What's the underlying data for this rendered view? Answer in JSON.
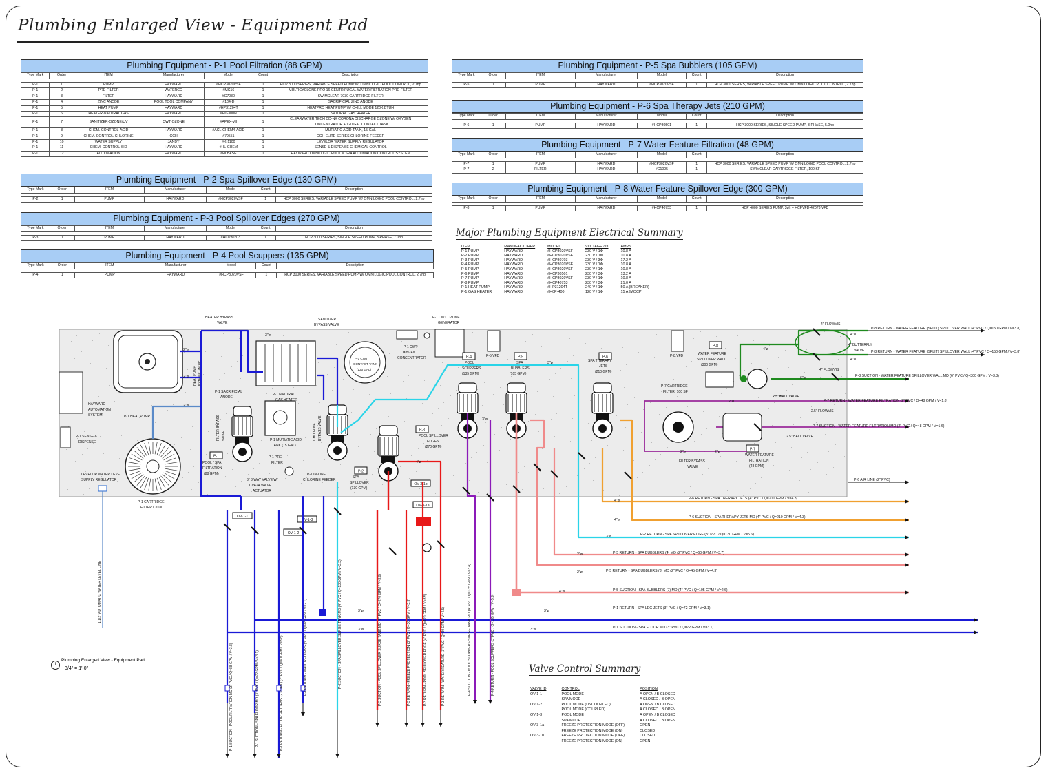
{
  "title": "Plumbing Enlarged View - Equipment Pad",
  "columns": [
    "Type Mark",
    "Order",
    "ITEM",
    "Manufacturer",
    "Model",
    "Count",
    "Description"
  ],
  "schedules": [
    {
      "title": "Plumbing Equipment - P-1 Pool Filtration (88 GPM)",
      "rows": [
        [
          "P-1",
          "1",
          "PUMP",
          "HAYWARD",
          "#HCP3020VSF",
          "1",
          "HCP 3000 SERIES, VARIABLE SPEED PUMP W/ OMNILOGIC POOL CONTROL, 2.7hp"
        ],
        [
          "P-1",
          "2",
          "PRE-FILTER",
          "WATERCO",
          "#MC16",
          "1",
          "MULTICYCLONE PRO 16 CENTRIFUGAL WATER FILTRATION PRE-FILTER"
        ],
        [
          "P-1",
          "3",
          "FILTER",
          "HAYWARD",
          "#C7030",
          "1",
          "SWIMCLEAR 7030 CARTRIDGE FILTER"
        ],
        [
          "P-1",
          "4",
          "ZINC ANODE",
          "POOL TOOL COMPANY",
          "#104-D",
          "1",
          "SACRIFICIAL ZINC ANODE"
        ],
        [
          "P-1",
          "5",
          "HEAT PUMP",
          "HAYWARD",
          "#HP31204T",
          "1",
          "HEATPRO HEAT PUMP W/ CHILL MODE 120K BTUH"
        ],
        [
          "P-1",
          "6",
          "HEATER-NATURAL GAS",
          "HAYWARD",
          "#H0-300N",
          "1",
          "NATURAL GAS HEATER"
        ],
        [
          "P-1",
          "7",
          "SANITIZER-OZONE/UV",
          "CWT OZONE",
          "#APEX-VII",
          "1",
          "CLEARWATER TECH CD-NX CORONA DISCHARGE OZONE W/ OXYGEN CONCENTRATOR + 120 GAL CONTACT TANK"
        ],
        [
          "P-1",
          "8",
          "CHEM. CONTROL-ACID",
          "HAYWARD",
          "#ACL-CHEM4-ACID",
          "1",
          "MURIATIC ACID TANK, 15-GAL"
        ],
        [
          "P-1",
          "9",
          "CHEM. CONTROL-CHLORINE",
          "CCH",
          "#79551",
          "1",
          "CCH ELITE SERIES CHLORINE FEEDER"
        ],
        [
          "P-1",
          "10",
          "WATER SUPPLY",
          "JANDY",
          "#K-1100",
          "1",
          "LEVELOR WATER SUPPLY REGULATOR"
        ],
        [
          "P-1",
          "11",
          "CHEM. CONTROL-SID",
          "HAYWARD",
          "#HL-CHEM",
          "1",
          "SENSE & DISPENSE CHEMICAL CONTROL"
        ],
        [
          "P-1",
          "12",
          "AUTOMATION",
          "HAYWARD",
          "#HLBASE",
          "1",
          "HAYWARD OMNILOGIC POOL & SPA AUTOMATION CONTROL SYSTEM"
        ]
      ]
    },
    {
      "title": "Plumbing Equipment - P-2 Spa Spillover Edge (130 GPM)",
      "rows": [
        [
          "P-2",
          "1",
          "PUMP",
          "HAYWARD",
          "#HCP3020VSF",
          "1",
          "HCP 3000 SERIES, VARIABLE SPEED PUMP W/ OMNILOGIC POOL CONTROL, 2.7hp"
        ]
      ]
    },
    {
      "title": "Plumbing Equipment - P-3 Pool Spillover Edges (270 GPM)",
      "rows": [
        [
          "P-3",
          "1",
          "PUMP",
          "HAYWARD",
          "#HCP30703",
          "1",
          "HCP 3000 SERIES, SINGLE SPEED PUMP, 3-PHASE, 7.0hp"
        ]
      ]
    },
    {
      "title": "Plumbing Equipment - P-4 Pool Scuppers (135 GPM)",
      "rows": [
        [
          "P-4",
          "1",
          "PUMP",
          "HAYWARD",
          "#HCP3020VSF",
          "1",
          "HCP 3000 SERIES, VARIABLE SPEED PUMP W/ OMNILOGIC POOL CONTROL, 2.7hp"
        ]
      ]
    },
    {
      "title": "Plumbing Equipment - P-5 Spa Bubblers (105 GPM)",
      "rows": [
        [
          "P-5",
          "1",
          "PUMP",
          "HAYWARD",
          "#HCP3020VSF",
          "1",
          "HCP 3000 SERIES, VARIABLE SPEED PUMP W/ OMNILOGIC POOL CONTROL, 2.7hp"
        ]
      ]
    },
    {
      "title": "Plumbing Equipment - P-6 Spa Therapy Jets (210 GPM)",
      "rows": [
        [
          "P-6",
          "1",
          "PUMP",
          "HAYWARD",
          "#HCP30501",
          "1",
          "HCP 3000 SERIES, SINGLE SPEED PUMP, 3-PHASE, 5.0hp"
        ]
      ]
    },
    {
      "title": "Plumbing Equipment - P-7 Water Feature Filtration (48 GPM)",
      "rows": [
        [
          "P-7",
          "1",
          "PUMP",
          "HAYWARD",
          "#HCP3020VSF",
          "1",
          "HCP 3000 SERIES, VARIABLE SPEED PUMP W/ OMNILOGIC POOL CONTROL, 2.7hp"
        ],
        [
          "P-7",
          "2",
          "FILTER",
          "HAYWARD",
          "#C1005",
          "1",
          "SWIMCLEAR CARTRIDGE FILTER, 100 SF"
        ]
      ]
    },
    {
      "title": "Plumbing Equipment - P-8 Water Feature Spillover Edge (300 GPM)",
      "rows": [
        [
          "P-8",
          "1",
          "PUMP",
          "HAYWARD",
          "#HCP40753",
          "1",
          "HCP 4000 SERIES PUMP, 3ph + HCFVFD-42073 VFD"
        ]
      ]
    }
  ],
  "electrical": {
    "title": "Major Plumbing Equipment Electrical Summary",
    "headers": [
      "ITEM",
      "MANUFACTURER",
      "MODEL",
      "VOLTAGE / Φ",
      "AMPS"
    ],
    "rows": [
      [
        "P-1 PUMP",
        "HAYWARD",
        "#HCP3020VSF",
        "230 V / 1Φ",
        "10.8 A"
      ],
      [
        "P-2 PUMP",
        "HAYWARD",
        "#HCP3020VSF",
        "230 V / 1Φ",
        "10.8 A"
      ],
      [
        "P-3 PUMP",
        "HAYWARD",
        "#HCP30703",
        "230 V / 3Φ",
        "17.2 A"
      ],
      [
        "P-4 PUMP",
        "HAYWARD",
        "#HCP3020VSF",
        "230 V / 1Φ",
        "10.8 A"
      ],
      [
        "P-5 PUMP",
        "HAYWARD",
        "#HCP3020VSF",
        "230 V / 1Φ",
        "10.8 A"
      ],
      [
        "P-6 PUMP",
        "HAYWARD",
        "#HCP30501",
        "230 V / 3Φ",
        "13.2 A"
      ],
      [
        "P-7 PUMP",
        "HAYWARD",
        "#HCP3020VSF",
        "230 V / 1Φ",
        "10.8 A"
      ],
      [
        "P-8 PUMP",
        "HAYWARD",
        "#HCP40753",
        "230 V / 3Φ",
        "21.0 A"
      ],
      [
        "P-1 HEAT PUMP",
        "HAYWARD",
        "#HP31204T",
        "240 V / 1Φ",
        "50 A (BREAKER)"
      ],
      [
        "P-1 GAS HEATER",
        "HAYWARD",
        "#H0P-400",
        "120 V / 1Φ",
        "15 A (MOCP)"
      ]
    ]
  },
  "valves": {
    "title": "Valve Control Summary",
    "headers": [
      "VALVE ID",
      "CONTROL",
      "POSITION"
    ],
    "rows": [
      [
        "OV-1-1",
        "POOL MODE",
        "A OPEN / B CLOSED"
      ],
      [
        "",
        "SPA MODE",
        "A CLOSED / B OPEN"
      ],
      [
        "OV-1-2",
        "POOL MODE (UNCOUPLED)",
        "A OPEN / B CLOSED"
      ],
      [
        "",
        "POOL MODE (COUPLED)",
        "A CLOSED / B OPEN"
      ],
      [
        "OV-1-3",
        "POOL MODE",
        "A OPEN / B CLOSED"
      ],
      [
        "",
        "SPA MODE",
        "A CLOSED / B OPEN"
      ],
      [
        "OV-3-1a",
        "FREEZE PROTECTION MODE (OFF)",
        "OPEN"
      ],
      [
        "",
        "FREEZE PROTECTION MODE (ON)",
        "CLOSED"
      ],
      [
        "OV-3-1b",
        "FREEZE PROTECTION MODE (OFF)",
        "CLOSED"
      ],
      [
        "",
        "FREEZE PROTECTION MODE (ON)",
        "OPEN"
      ]
    ]
  },
  "view_tag": {
    "number": "1",
    "name": "Plumbing Enlarged View - Equipment Pad",
    "scale": "3/4\" = 1'-0\""
  },
  "equipment_labels": {
    "heat_pump": "P-1 HEAT PUMP",
    "automation": "HAYWARD AUTOMATION SYSTEM",
    "sense": "P-1 SENSE & DISPENSE",
    "cartridge": "P-1 CARTRIDGE FILTER C7030",
    "levelor": "LEVELOR WATER LEVEL SUPPLY REGULATOR",
    "heater_bypass": "HEATER BYPASS VALVE",
    "sanitizer_bypass": "SANITIZER BYPASS VALVE",
    "ozone_gen": "P-1 CWT OZONE GENERATOR",
    "oxygen": "P-1 CWT OXYGEN CONCENTRATOR",
    "contact_tank": "P-1 CWT CONTACT TANK (120 GAL)",
    "gas_heater": "P-1 NATURAL GAS HEATER",
    "anode": "P-1 SACRIFICIAL ANODE",
    "heat_pump_bypass": "HEAT PUMP BYPASS VALVE",
    "filter_bypass": "FILTER BYPASS VALVE",
    "acid_tank": "P-1 MURIATIC ACID TANK (15 GAL)",
    "chlorine_bypass": "CHLORINE BYPASS VALVE",
    "prefilter": "P-1 PRE-FILTER",
    "chlorine_feeder": "P-1 IN-LINE CHLORINE FEEDER",
    "three_way": "3\" 3-WAY VALVE W/ CVA24 VALVE ACTUATOR",
    "pool_spa_filtration": "POOL / SPA FILTRATION (88 GPM)",
    "spa_spillover": "SPA SPILLOVER (130 GPM)",
    "pool_spillover_edges": "POOL SPILLOVER EDGES (270 GPM)",
    "pool_scuppers": "POOL SCUPPERS (135 GPM)",
    "spa_bubblers": "SPA BUBBLERS (105 GPM)",
    "spa_therapy": "SPA THERAPY JETS (210 GPM)",
    "p7_cartridge": "P-7 CARTRIDGE FILTER, 100 SF",
    "filter_bypass_valve": "FILTER BYPASS VALVE",
    "water_feature_filtration": "WATER FEATURE FILTRATION (48 GPM)",
    "water_feature_spillover": "WATER FEATURE SPILLOVER WALL (300 GPM)",
    "flowvis": "4\" FLOWVIS",
    "butterfly": "4\" BUTTERFLY VALVE",
    "ball_valve": "2.5\" BALL VALVE",
    "p5_vfd": "P-5 VFD",
    "p8_vfd": "P-8 VFD",
    "P-1": "P-1",
    "P-2": "P-2",
    "P-3": "P-3",
    "P-4": "P-4",
    "P-5": "P-5",
    "P-6": "P-6",
    "P-7": "P-7",
    "P-8": "P-8",
    "ov11": "OV-1-1",
    "ov12": "OV-1-2",
    "ov13": "OV-1-3",
    "ov31a": "OV-3-1a",
    "ov31b": "OV-3-1b"
  },
  "right_lines": [
    "P-8 RETURN - WATER FEATURE (SPLIT) SPILLOVER WALL (4\" PVC / Q=150 GPM / V=3.8)",
    "P-8 RETURN - WATER FEATURE (SPLIT) SPILLOVER WALL (4\" PVC / Q=150 GPM / V=3.8)",
    "P-8 SUCTION - WATER FEATURE SPILLOVER WALL MD (6\" PVC / Q=300 GPM / V=3.3)",
    "P-7 RETURN - WATER FEATURE FILTRATION (2\" PVC / Q=48 GPM / V=1.6)",
    "P-7 SUCTION - WATER FEATURE FILTRATION MD (2\" PVC / Q=48 GPM / V=1.6)",
    "P-6 AIR LINE (2\" PVC)",
    "P-6 RETURN - SPA THERAPY JETS (4\" PVC / Q=210 GPM / V=4.3)",
    "P-6 SUCTION - SPA THERAPY JETS MD (4\" PVC / Q=210 GPM / V=4.3)",
    "P-2 RETURN - SPA SPILLOVER EDGE (3\" PVC / Q=130 GPM / V=5.6)",
    "P-5 RETURN - SPA BUBBLERS (4) MD (2\" PVC / Q=60 GPM / V=3.7)",
    "P-5 RETURN - SPA BUBBLERS (3) MD (2\" PVC / Q=45 GPM / V=4.3)",
    "P-5 SUCTION - SPA BUBBLERS (7) MD (4\" PVC / Q=105 GPM / V=2.6)",
    "P-1 RETURN - SPA LEG JETS (3\" PVC / Q=72 GPM / V=3.1)",
    "P-1 SUCTION - SPA FLOOR MD (3\" PVC / Q=72 GPM / V=3.1)"
  ],
  "bottom_lines": [
    "1 1/2\" AUTOMATIC WATER LEVEL LINE",
    "P-1 SUCTION - POOL FILTRATION MD (3\" PVC / Q=88 GPM / V=3.8)",
    "P-1 SUCTION - SPA FLOOR MD (3\" PVC / Q=72 GPM / V=3.1)",
    "P-1 RETURN - FLOOR RETURNS (2 PORT) (2\" PVC / Q=40 GPM / V=3.8)",
    "P-1 RETURN - WALL RETURNS (3\" PVC / Q=48 GPM / V=2.1)",
    "P-2 SUCTION - SPA SPILLOVER SURGE TANK MD (4\" PVC / Q=130 GPM / V=3.3)",
    "P-3 SUCTION - POOL SPILLOVER SURGE TANK MD (6\" PVC / Q=270 GPM / V=3.0)",
    "P-3 RETURN - FREEZE PROTECTION (3\" PVC / Q=30 GPM / V=3.3)",
    "P-3 RETURN - POOL SPILLOVER EDGE (4\" PVC / Q=120 GPM / V=3.5)",
    "P-3 RETURN - WATER FEATURE (3\" PVC / Q=30 GPM / V=4.5)",
    "P-4 SUCTION - POOL SCUPPERS SURGE TANK MD (4\" PVC / Q=135 GPM / V=3.4)",
    "P-4 RETURN - POOL SCUPPERS (3\" PVC / Q=135 GPM / V=5.9)"
  ],
  "pipe_sizes": {
    "s3": "3\"ø",
    "s4": "4\"ø",
    "s2": "2\"ø",
    "s25": "2.5\"ø",
    "s6": "6\"ø"
  },
  "colors": {
    "header_blue": "#a8cdf5",
    "pad": "#ececec",
    "p1": "#1a1ad6",
    "p2": "#2ad4e8",
    "p3": "#e81818",
    "p4": "#8b1ab8",
    "p5": "#f08a8a",
    "p6": "#f0a030",
    "p7": "#9a2a9a",
    "p8": "#1f8a1f",
    "mixed": "#5a8ac8"
  }
}
